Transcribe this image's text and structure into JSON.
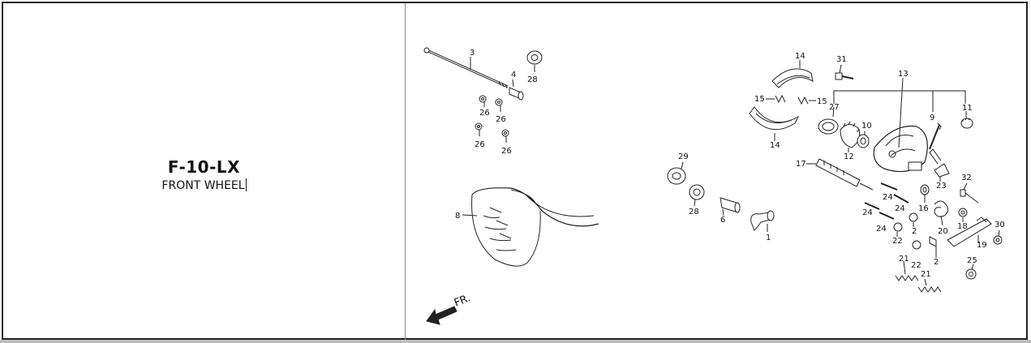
{
  "header": {
    "code": "F-10-LX",
    "name": "FRONT WHEEL"
  },
  "diagram": {
    "direction_label": "FR.",
    "part_labels": [
      "1",
      "2",
      "2",
      "3",
      "4",
      "6",
      "8",
      "9",
      "10",
      "11",
      "12",
      "13",
      "14",
      "14",
      "15",
      "15",
      "16",
      "17",
      "18",
      "19",
      "20",
      "21",
      "21",
      "22",
      "22",
      "23",
      "24",
      "24",
      "24",
      "24",
      "25",
      "26",
      "26",
      "26",
      "26",
      "27",
      "28",
      "28",
      "29",
      "30",
      "31",
      "32"
    ]
  },
  "colors": {
    "line": "#222222",
    "border": "#222222",
    "divider": "#8a8a8a"
  }
}
